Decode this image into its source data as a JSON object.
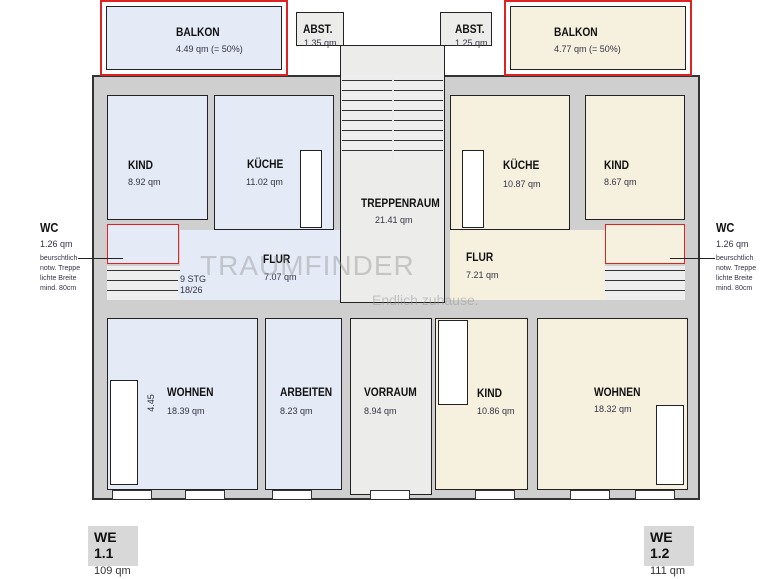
{
  "plan": {
    "balconies": [
      {
        "label": "BALKON",
        "area": "4.49 qm  (= 50%)"
      },
      {
        "label": "BALKON",
        "area": "4.77 qm  (= 50%)"
      }
    ],
    "storage": [
      {
        "label": "ABST.",
        "area": "1.35 qm"
      },
      {
        "label": "ABST.",
        "area": "1.25 qm"
      }
    ],
    "rooms": {
      "kind_left": {
        "label": "KIND",
        "area": "8.92 qm"
      },
      "kueche_left": {
        "label": "KÜCHE",
        "area": "11.02 qm"
      },
      "treppenraum": {
        "label": "TREPPENRAUM",
        "area": "21.41 qm"
      },
      "kueche_right": {
        "label": "KÜCHE",
        "area": "10.87 qm"
      },
      "kind_right": {
        "label": "KIND",
        "area": "8.67 qm"
      },
      "flur_left": {
        "label": "FLUR",
        "area": "7.07 qm"
      },
      "flur_right": {
        "label": "FLUR",
        "area": "7.21 qm"
      },
      "wohnen_left": {
        "label": "WOHNEN",
        "area": "18.39 qm"
      },
      "arbeiten": {
        "label": "ARBEITEN",
        "area": "8.23 qm"
      },
      "vorraum": {
        "label": "VORRAUM",
        "area": "8.94 qm"
      },
      "kind2_right": {
        "label": "KIND",
        "area": "10.86 qm"
      },
      "wohnen_right": {
        "label": "WOHNEN",
        "area": "18.32 qm"
      }
    },
    "wc": [
      {
        "label": "WC",
        "area": "1.26 qm",
        "note": [
          "beurschtlich",
          "notw. Treppe",
          "lichte Breite",
          "mind. 80cm"
        ]
      },
      {
        "label": "WC",
        "area": "1.26 qm",
        "note": [
          "beurschtlich",
          "notw. Treppe",
          "lichte Breite",
          "mind. 80cm"
        ]
      }
    ],
    "stair_note": [
      "9 STG",
      "18/26"
    ],
    "dimension": "4.45",
    "units": [
      {
        "label": "WE 1.1",
        "area": "109 qm"
      },
      {
        "label": "WE 1.2",
        "area": "111 qm"
      }
    ],
    "watermark": {
      "brand": "TRAUMFINDER",
      "slogan": "Endlich zuhause."
    },
    "colors": {
      "unit_left": "#e4eaf6",
      "unit_right": "#f6f0de",
      "walls": "#cfcfcf",
      "balcony_border": "#dd2222"
    }
  }
}
